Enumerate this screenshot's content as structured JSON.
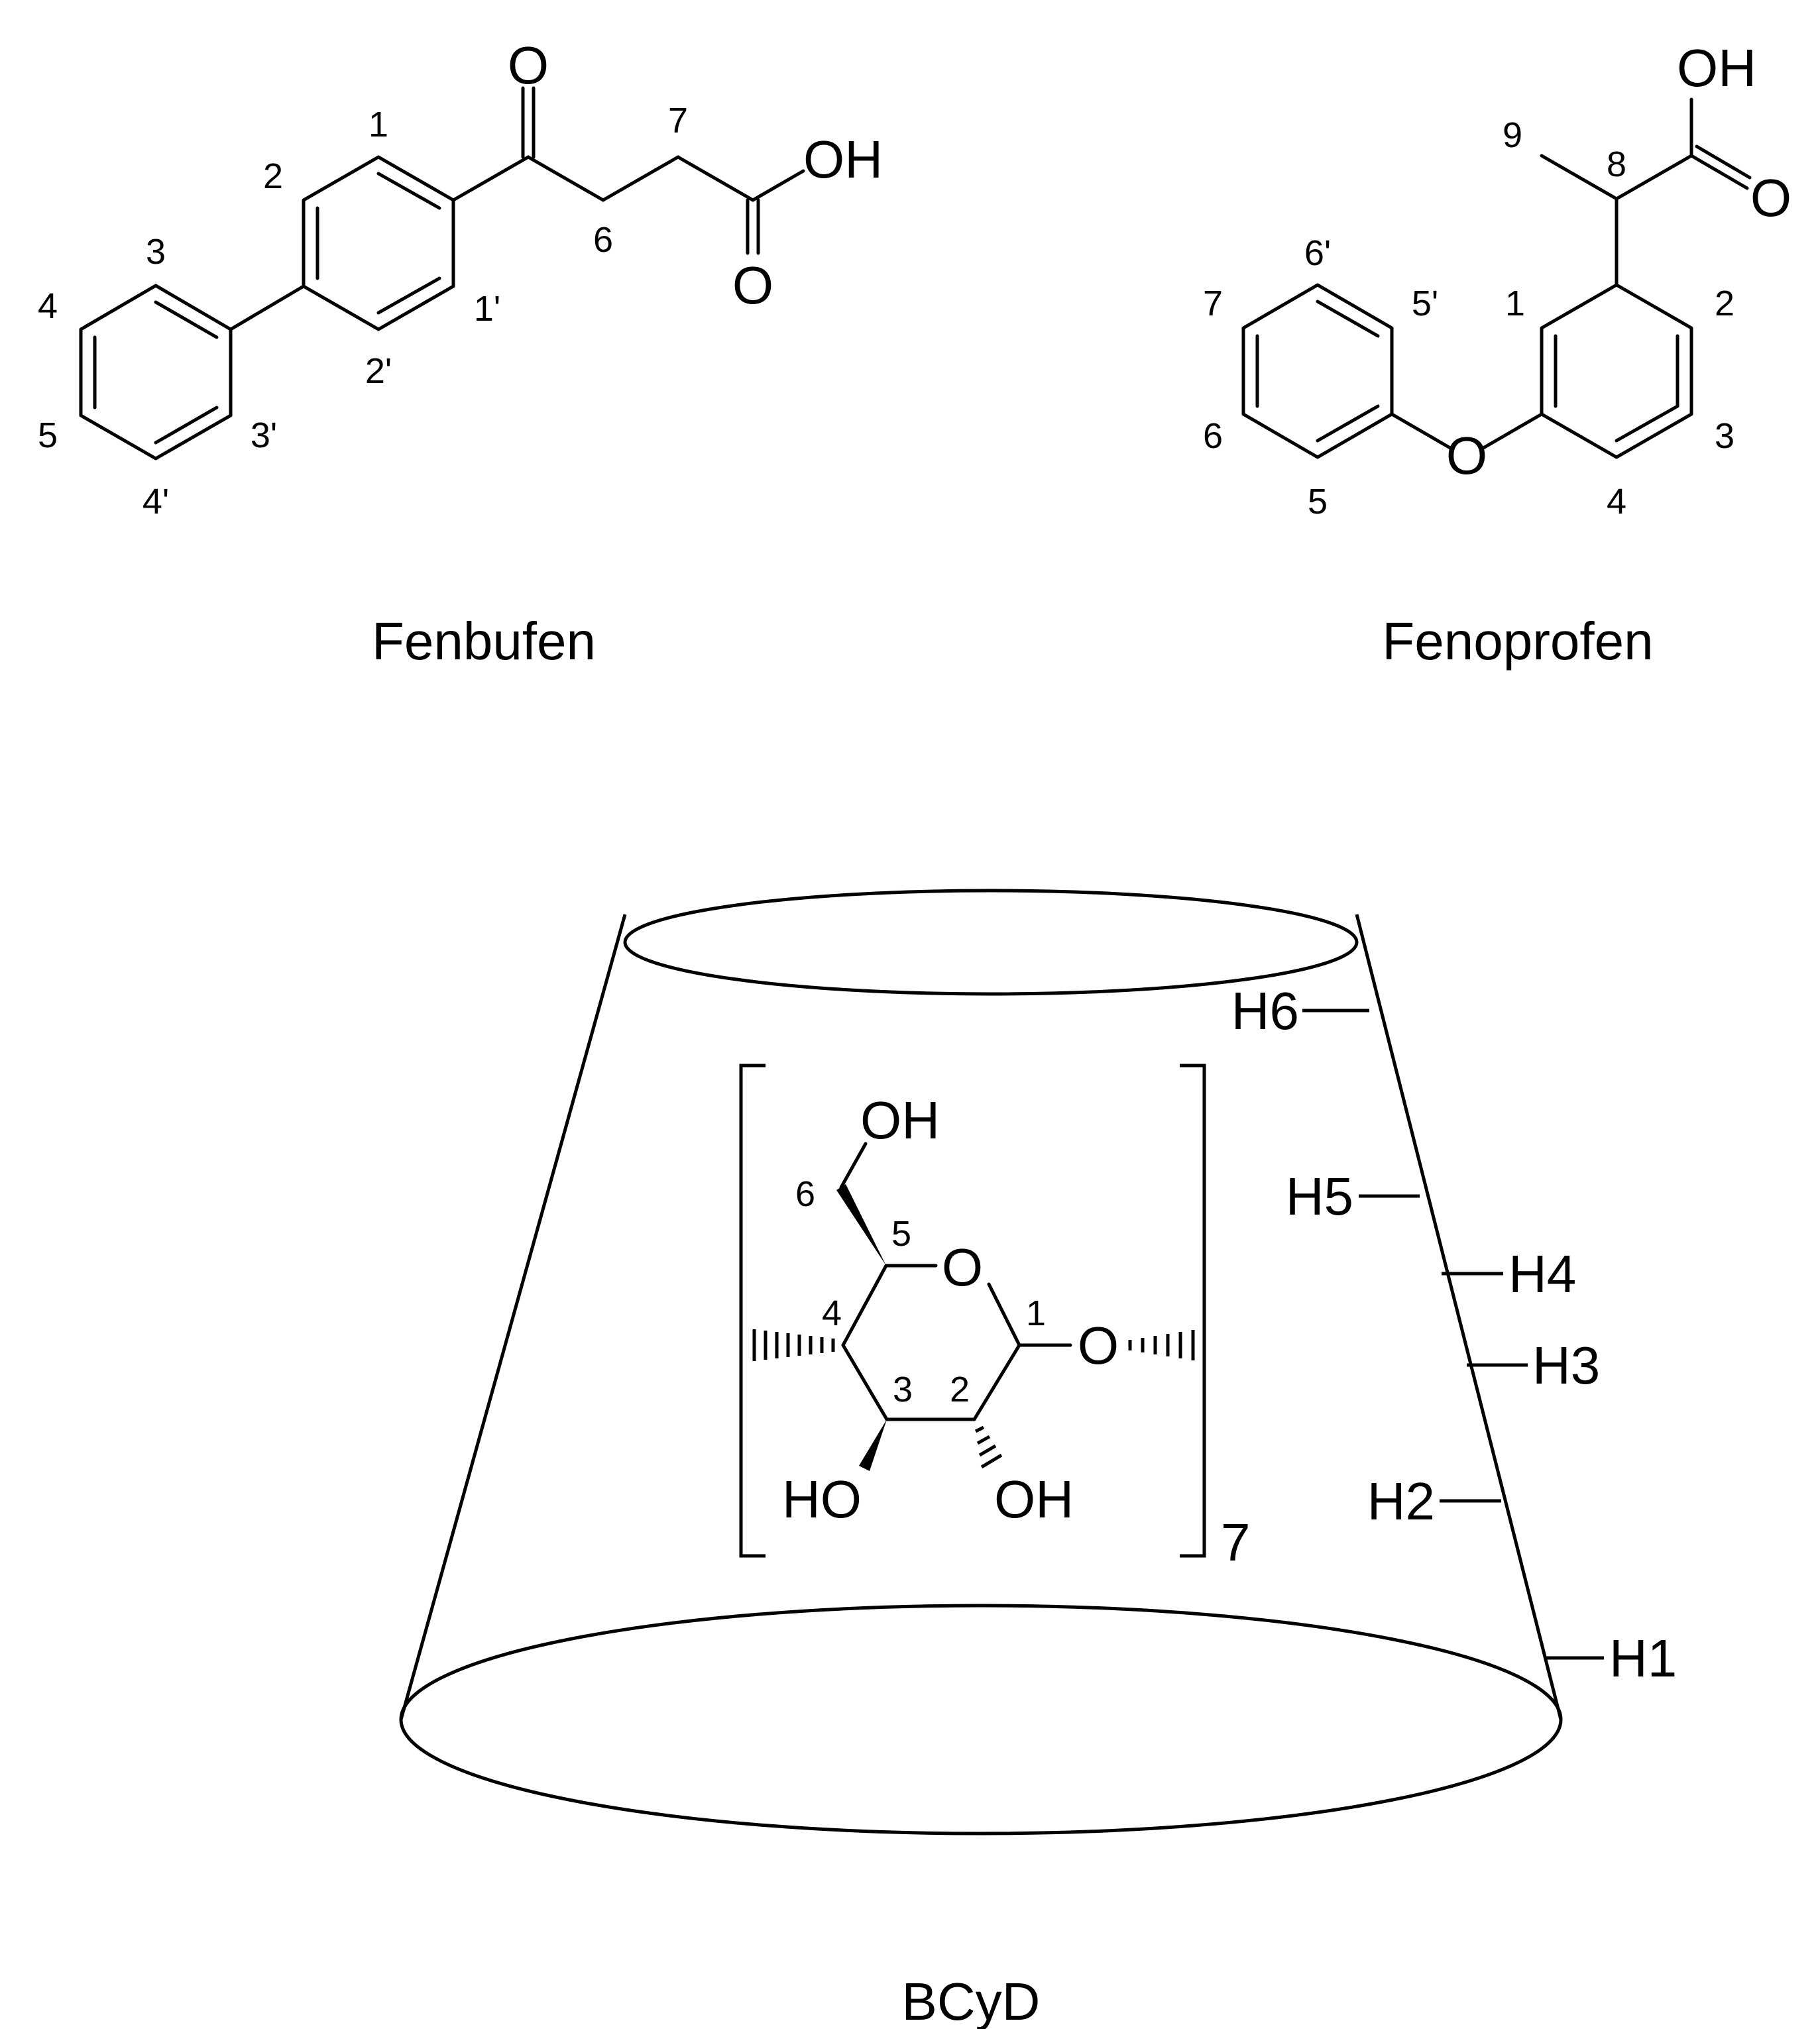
{
  "fenbufen": {
    "name": "Fenbufen",
    "atoms": {
      "o_keto": "O",
      "oh": "OH",
      "o_acid": "O"
    },
    "numbers": {
      "n1": "1",
      "n2": "2",
      "n3": "3",
      "n4": "4",
      "n5": "5",
      "n6": "6",
      "n7": "7",
      "n1p": "1'",
      "n2p": "2'",
      "n3p": "3'",
      "n4p": "4'"
    }
  },
  "fenoprofen": {
    "name": "Fenoprofen",
    "atoms": {
      "oh": "OH",
      "o_acid": "O",
      "o_ether": "O"
    },
    "numbers": {
      "n1": "1",
      "n2": "2",
      "n3": "3",
      "n4": "4",
      "n5": "5",
      "n6": "6",
      "n7": "7",
      "n8": "8",
      "n9": "9",
      "n5p": "5'",
      "n6p": "6'"
    }
  },
  "bcyd": {
    "name": "BCyD",
    "repeat": "7",
    "atoms": {
      "oh6": "OH",
      "o_ring": "O",
      "o_link": "O",
      "ho3": "HO",
      "oh2": "OH"
    },
    "numbers": {
      "n1": "1",
      "n2": "2",
      "n3": "3",
      "n4": "4",
      "n5": "5",
      "n6": "6"
    },
    "protons": {
      "h1": "H1",
      "h2": "H2",
      "h3": "H3",
      "h4": "H4",
      "h5": "H5",
      "h6": "H6"
    }
  }
}
